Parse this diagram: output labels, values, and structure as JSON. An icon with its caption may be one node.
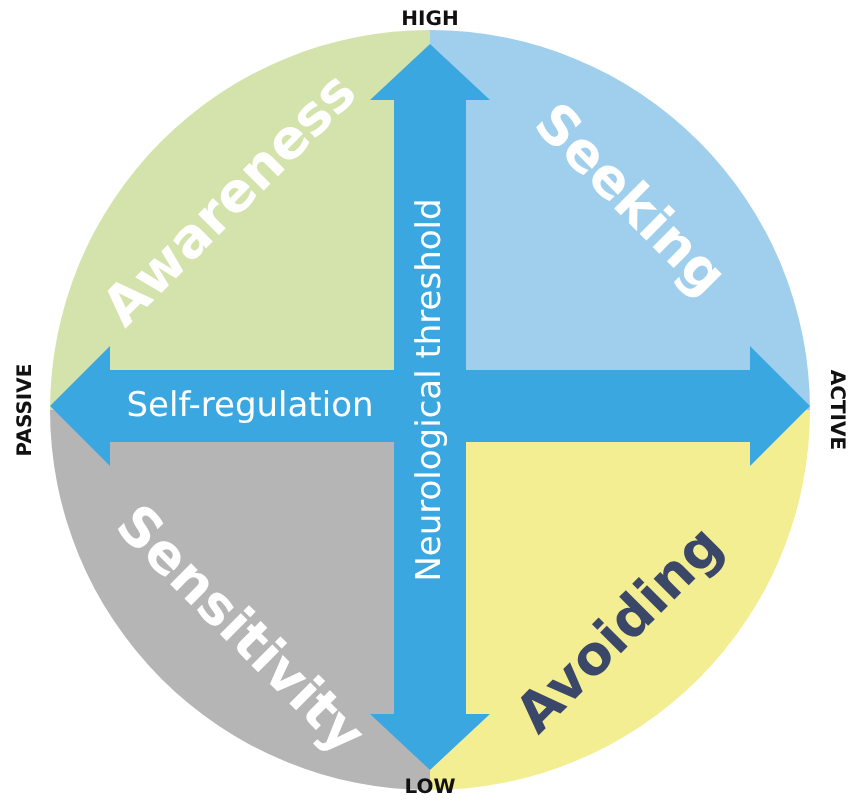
{
  "diagram": {
    "nodes": [
      {
        "text": [
          "Awareness"
        ]
      },
      {
        "text": [
          "Seeking"
        ]
      },
      {
        "text": [
          "Sensitivity"
        ]
      },
      {
        "text": [
          "Avoiding"
        ]
      }
    ],
    "labels": [
      "HIGH",
      "PASSIVE",
      "Self-regulation",
      "Neurological threshold",
      "ACTIVE",
      "LOW"
    ]
  }
}
